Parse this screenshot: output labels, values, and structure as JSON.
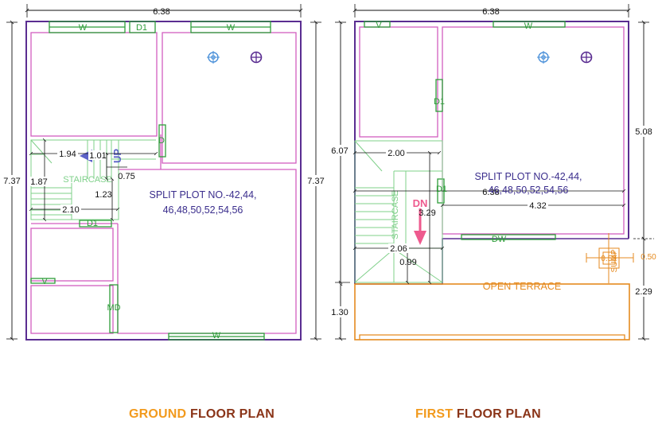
{
  "ground_floor": {
    "title_accent": "GROUND",
    "title_rest": "FLOOR PLAN",
    "plot_line1": "SPLIT PLOT NO.-42,44,",
    "plot_line2": "46,48,50,52,54,56",
    "staircase": "STAIRCASE",
    "up": "UP",
    "labels": {
      "w_top_left": "W",
      "d1_top": "D1",
      "w_top_right": "W",
      "d1_left": "D1",
      "v_left": "V",
      "md": "MD",
      "w_bottom": "W",
      "d_side": "D"
    },
    "dims": {
      "width": "6.38",
      "height_left": "7.37",
      "height_right": "7.37",
      "d194": "1.94",
      "d101": "1.01",
      "d075": "0.75",
      "d187": "1.87",
      "d123": "1.23",
      "d210": "2.10"
    }
  },
  "first_floor": {
    "title_accent": "FIRST",
    "title_rest": "FLOOR PLAN",
    "plot_line1": "SPLIT PLOT NO.-42,44,",
    "plot_line2": "46,48,50,52,54,56",
    "staircase": "STAIRCASE",
    "dn": "DN",
    "terrace": "OPEN TERRACE",
    "sump": "SUMP",
    "labels": {
      "v_top": "V",
      "w_top": "W",
      "d1_a": "D1",
      "d1_b": "D1",
      "dw": "DW"
    },
    "dims": {
      "width": "6.38",
      "d607": "6.07",
      "d508": "5.08",
      "d200": "2.00",
      "d638": "6.38",
      "d329": "3.29",
      "d432": "4.32",
      "d206": "2.06",
      "d099": "0.99",
      "d130": "1.30",
      "d229": "2.29",
      "d050a": "0.50",
      "d050b": "0.50"
    }
  },
  "colors": {
    "outer_wall": "#5a2d91",
    "room": "#d35ec0",
    "door": "#2e9d3a",
    "dims": "#111111",
    "terrace": "#e58a1f",
    "dn_arrow": "#ee5a8e",
    "up_arrow": "#5c63c8"
  }
}
